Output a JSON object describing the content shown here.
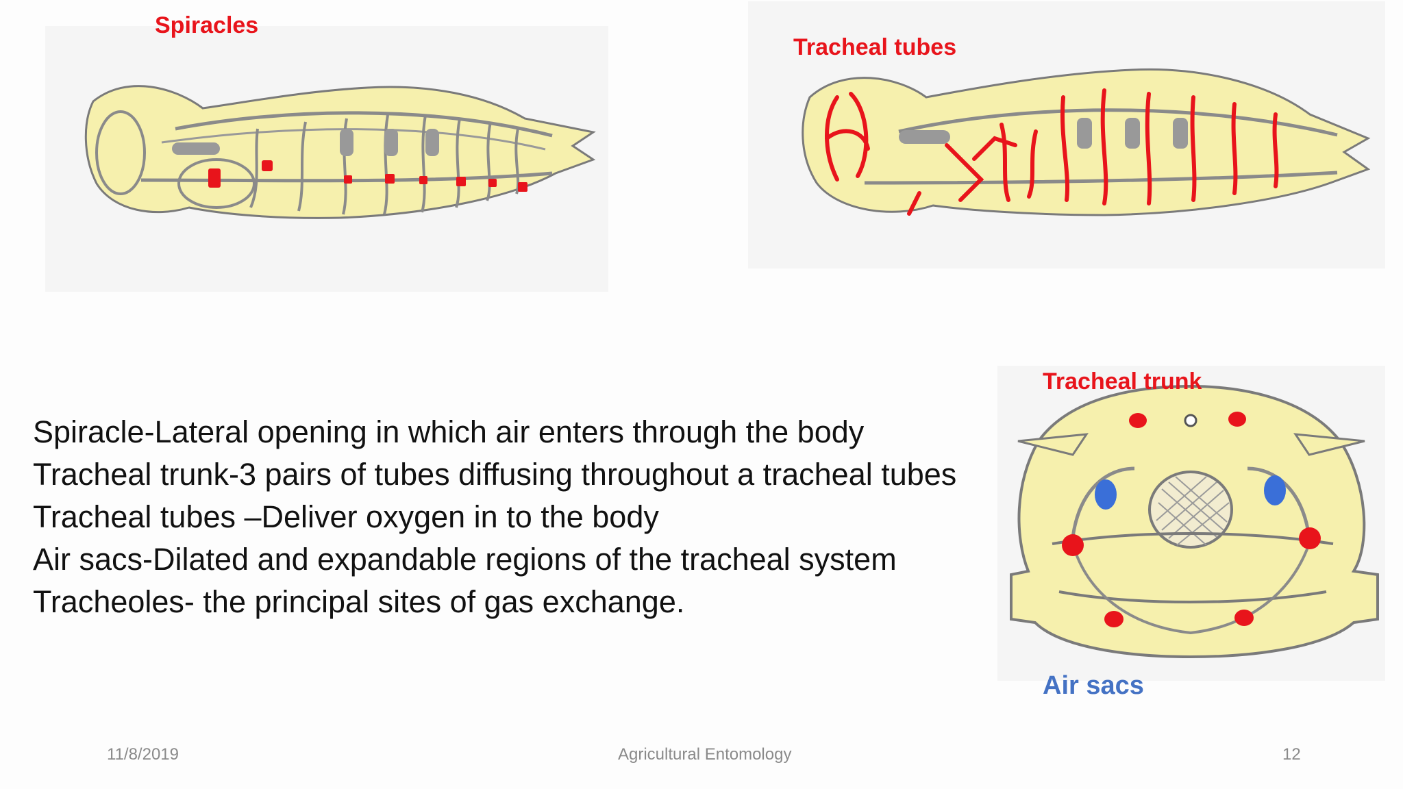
{
  "diagram_labels": {
    "spiracles": "Spiracles",
    "tracheal_tubes": "Tracheal tubes",
    "tracheal_trunk": "Tracheal trunk",
    "air_sacs": "Air sacs"
  },
  "definitions": [
    "Spiracle-Lateral opening in which air enters through the body",
    "Tracheal trunk-3 pairs of tubes diffusing throughout a tracheal tubes",
    "Tracheal tubes –Deliver oxygen in to the body",
    "Air sacs-Dilated and expandable regions of the tracheal system",
    "Tracheoles- the principal sites of gas exchange."
  ],
  "footer": {
    "date": "11/8/2019",
    "title": "Agricultural Entomology",
    "page": "12"
  },
  "colors": {
    "marker_red": "#e8141b",
    "label_blue": "#4472c4",
    "insect_body": "#f6f0ad",
    "outline": "#7a7a7a"
  }
}
